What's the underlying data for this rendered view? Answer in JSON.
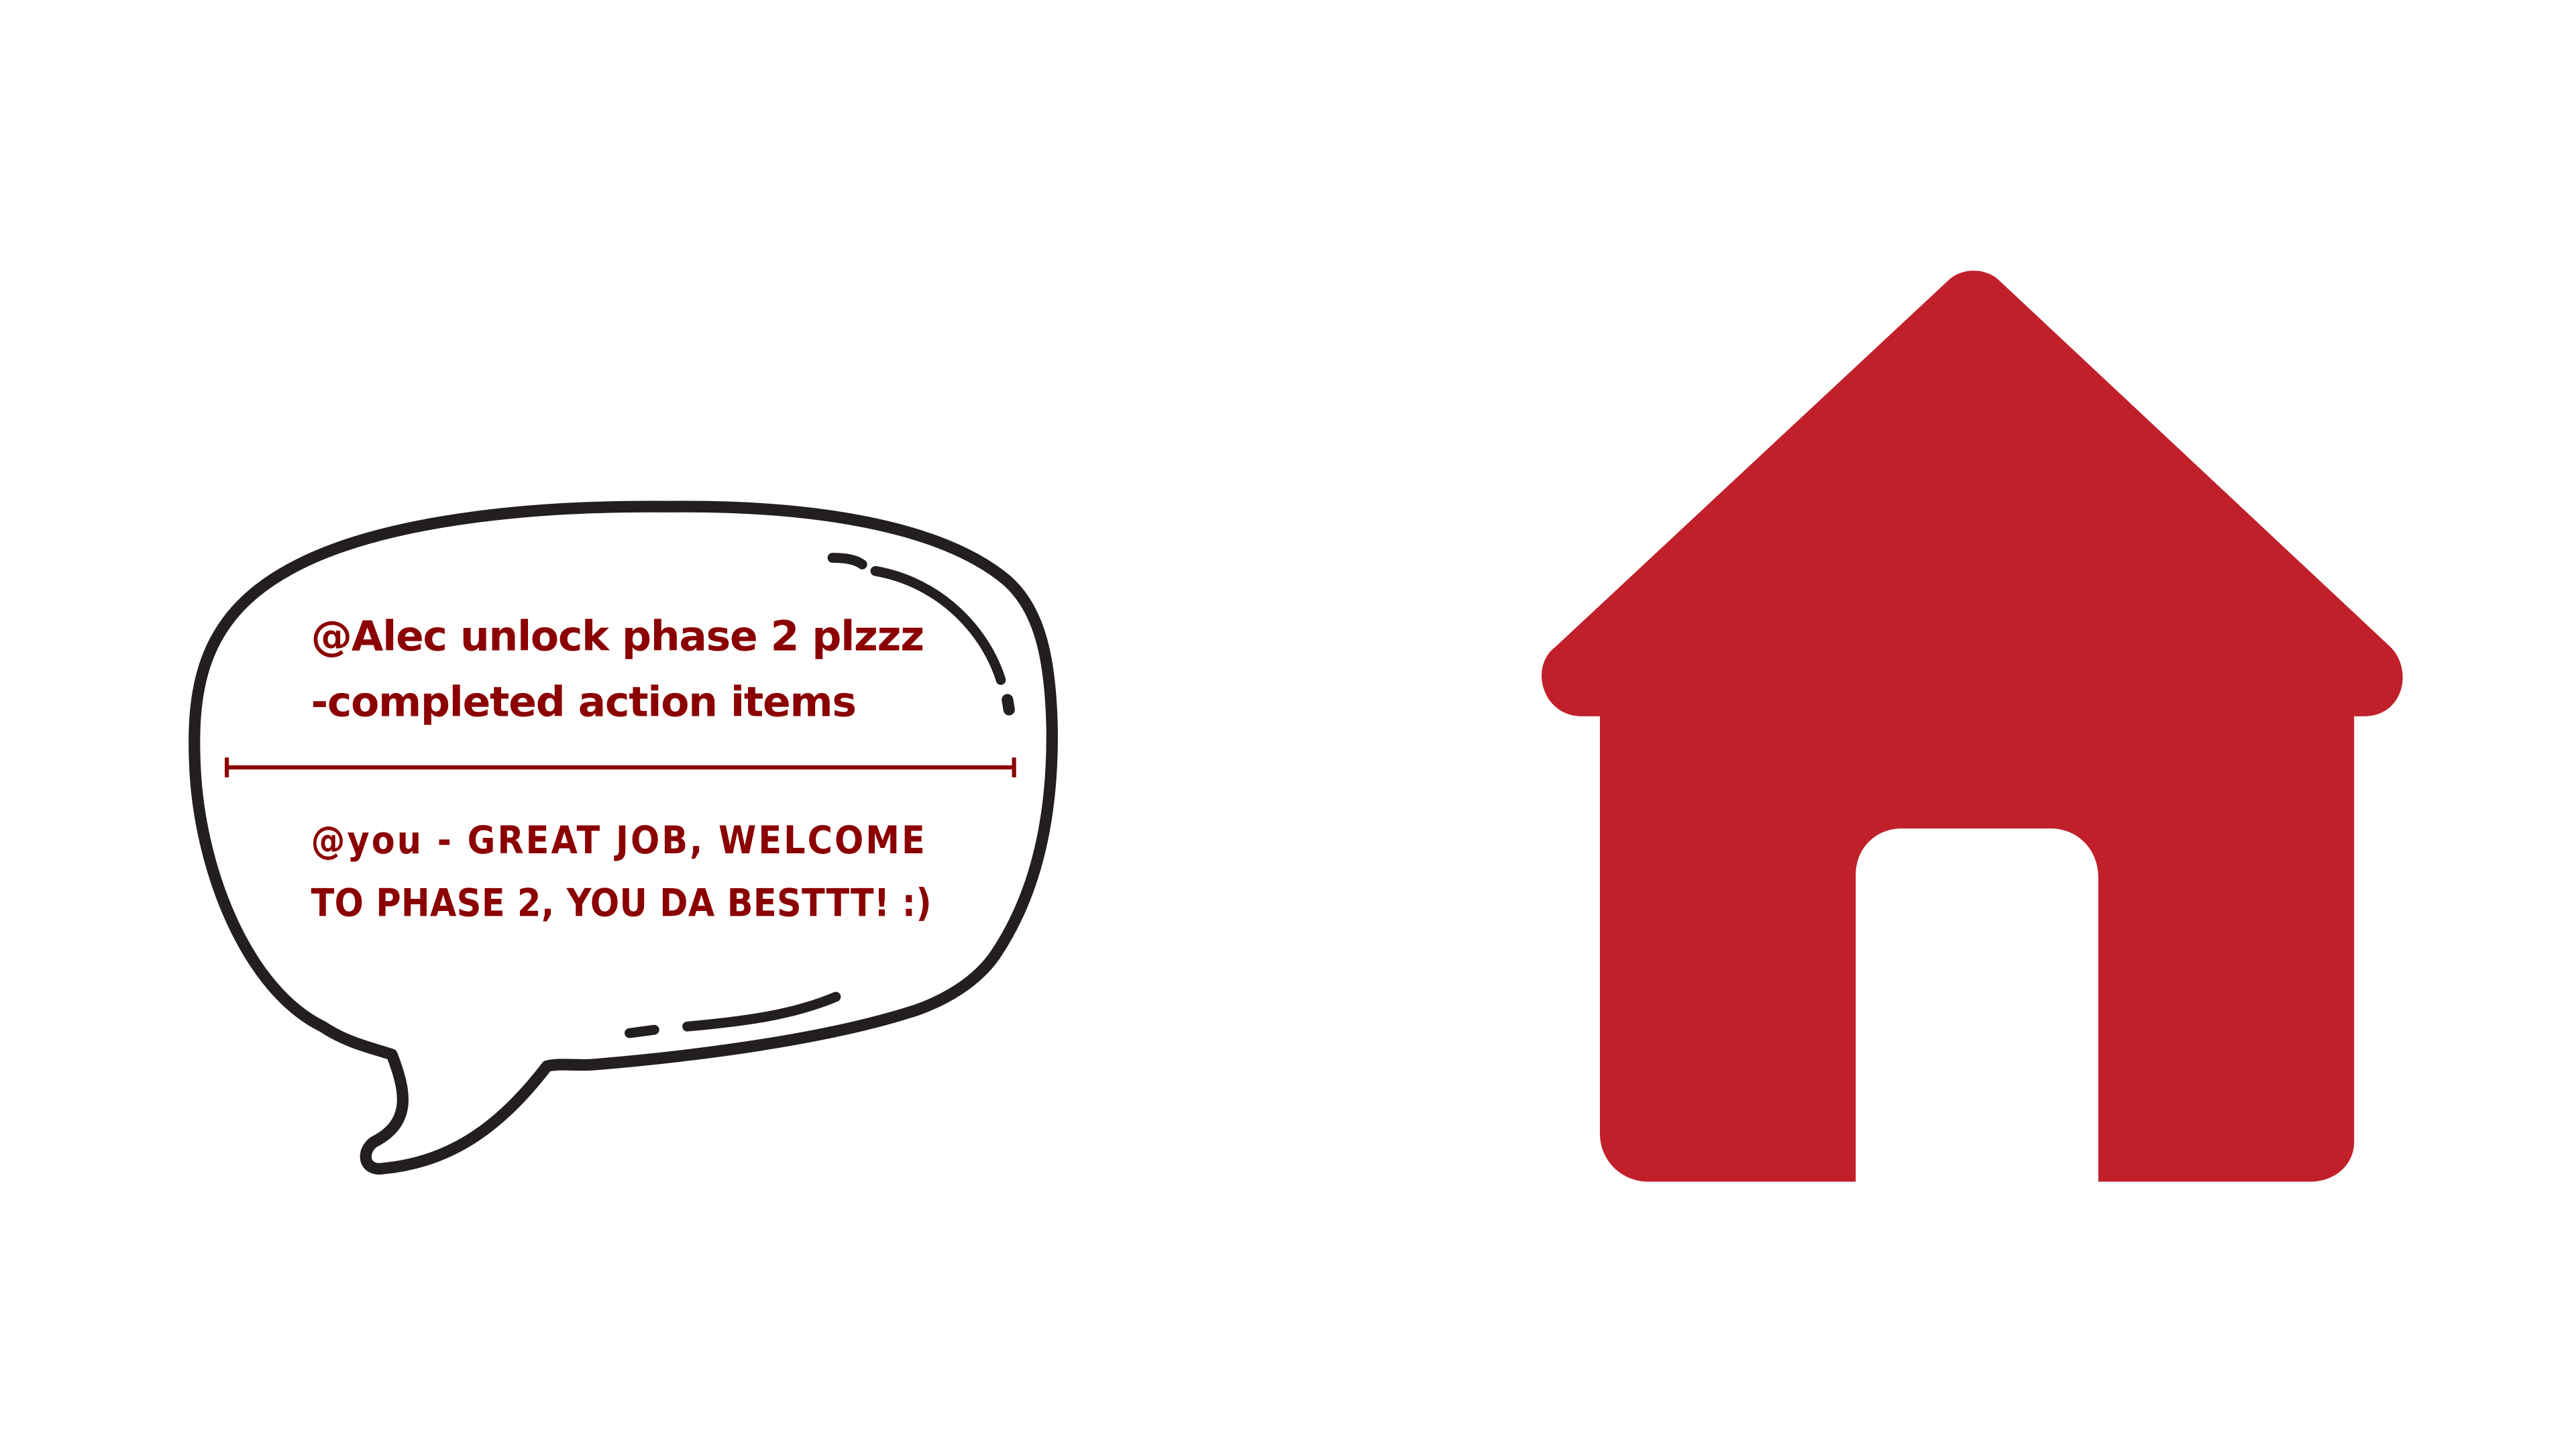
{
  "colors": {
    "text": "#8b0000",
    "outline": "#231f20",
    "house": "#c1202b",
    "background": "#ffffff"
  },
  "bubble": {
    "message_line_1": "@Alec unlock phase 2 plzzz",
    "message_line_2": "-completed action items",
    "reply_line_1": "@you -  GREAT JOB, WELCOME",
    "reply_line_2": "TO PHASE 2, YOU DA BESTTT! :)"
  },
  "icons": {
    "bubble": "speech-bubble-icon",
    "house": "home-icon"
  }
}
